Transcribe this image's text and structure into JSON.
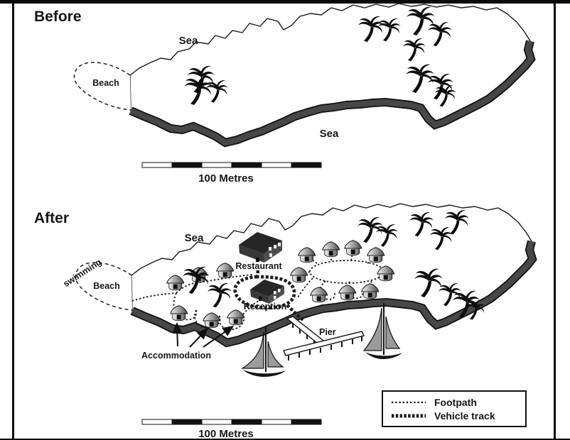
{
  "before": {
    "title": "Before",
    "sea_top": "Sea",
    "sea_bottom": "Sea",
    "beach_label": "Beach",
    "scale_label": "100 Metres"
  },
  "after": {
    "title": "After",
    "sea": "Sea",
    "beach_label": "Beach",
    "swimming_label": "swimming",
    "restaurant_label": "Restaurant",
    "reception_label": "Reception",
    "pier_label": "Pier",
    "accommodation_label": "Accommodation",
    "scale_label": "100 Metres"
  },
  "legend": {
    "footpath": "Footpath",
    "vehicle_track": "Vehicle track"
  },
  "colors": {
    "cliff_band": "#474747",
    "building_roof": "#262626",
    "building_wall_light": "#4e4e4e",
    "building_wall_dark": "#383838",
    "sail": "#9b9b9b",
    "ink": "#111111"
  }
}
